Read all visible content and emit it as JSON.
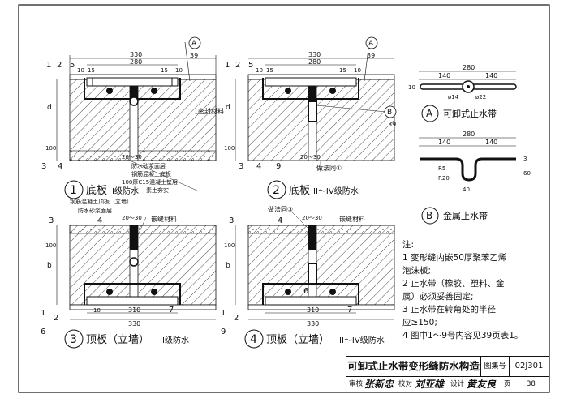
{
  "labels": {
    "d1_title": "底板",
    "d1_sub": "I级防水",
    "d2_title": "底板",
    "d2_sub": "II～IV级防水",
    "d3_title": "顶板（立墙）",
    "d3_sub": "I级防水",
    "d4_title": "顶板（立墙）",
    "d4_sub": "II～IV级防水",
    "n1": "1",
    "n2": "2",
    "n3": "3",
    "n4": "4",
    "dA": "A",
    "dB": "B",
    "sheet39": "39",
    "dim330": "330",
    "dim280": "280",
    "dim310": "310",
    "dim15": "15",
    "dim10": "10",
    "dim20_30": "20～30",
    "dim100": "100",
    "dim_d": "d",
    "dim_b": "b",
    "sealant": "密封材料",
    "layers": [
      "防水砂浆面层",
      "钢筋混凝土底板",
      "100厚C15混凝土垫层",
      "素土夯实"
    ],
    "method_ref": "做法同①",
    "method_ref3": "做法同③",
    "roof_labels": [
      "钢筋混凝土顶板（立墙）",
      "防水砂浆面层"
    ],
    "caulk": "嵌缝材料",
    "label5": "5",
    "label6": "6",
    "label7": "7",
    "label9": "9",
    "phi14": "ø14",
    "phi22": "ø22",
    "w280": "280",
    "w140": "140",
    "r5": "R5",
    "r20": "R20",
    "h40": "40",
    "h60": "60",
    "h3": "3",
    "a_title": "可卸式止水带",
    "b_title": "金属止水带"
  },
  "notes": {
    "heading": "注:",
    "lines": [
      "1  变形缝内嵌50厚聚苯乙烯",
      "泡沫板;",
      "2  止水带（橡胶、塑料、金",
      "属）必须妥善固定;",
      "3  止水带在转角处的半径",
      "应≥150;",
      "4  图中1～9号内容见39页表1。"
    ]
  },
  "title_block": {
    "title": "可卸式止水带变形缝防水构造",
    "atlas_label": "图集号",
    "atlas_no": "02J301",
    "review_label": "审核",
    "review_sig": "张新忠",
    "check_label": "校对",
    "check_sig": "刘亚雄",
    "design_label": "设计",
    "design_sig": "黄友良",
    "page_label": "页",
    "page_no": "38"
  }
}
